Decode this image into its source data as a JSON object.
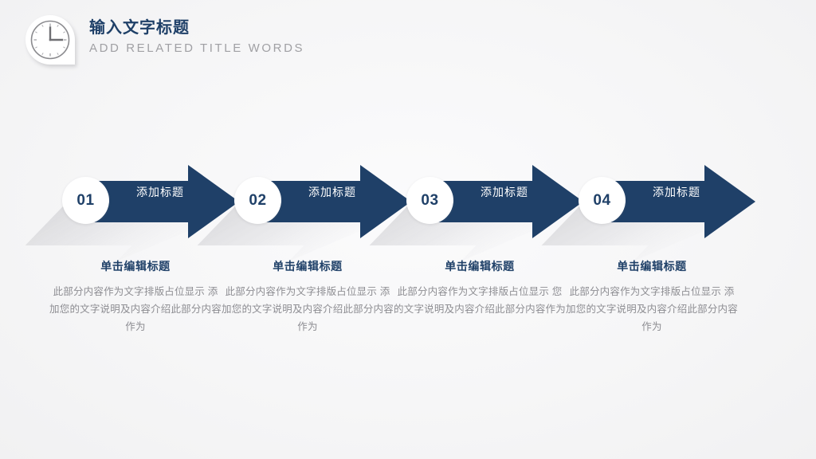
{
  "header": {
    "icon": "clock-icon",
    "title": "输入文字标题",
    "subtitle": "ADD RELATED TITLE WORDS"
  },
  "colors": {
    "navy": "#1f4068",
    "navy_dark": "#17304f",
    "background": "#f5f5f6",
    "muted_text": "#8d8d92",
    "subtitle_text": "#a0a0a4",
    "shadow_gray": "#dcdcde"
  },
  "steps": [
    {
      "number": "01",
      "arrow_label": "添加标题"
    },
    {
      "number": "02",
      "arrow_label": "添加标题"
    },
    {
      "number": "03",
      "arrow_label": "添加标题"
    },
    {
      "number": "04",
      "arrow_label": "添加标题"
    }
  ],
  "captions": [
    {
      "title": "单击编辑标题",
      "body": "此部分内容作为文字排版占位显示 添加您的文字说明及内容介绍此部分内容作为"
    },
    {
      "title": "单击编辑标题",
      "body": "此部分内容作为文字排版占位显示 添加您的文字说明及内容介绍此部分内容作为"
    },
    {
      "title": "单击编辑标题",
      "body": "此部分内容作为文字排版占位显示 您的文字说明及内容介绍此部分内容作为"
    },
    {
      "title": "单击编辑标题",
      "body": "此部分内容作为文字排版占位显示 添加您的文字说明及内容介绍此部分内容作为"
    }
  ]
}
